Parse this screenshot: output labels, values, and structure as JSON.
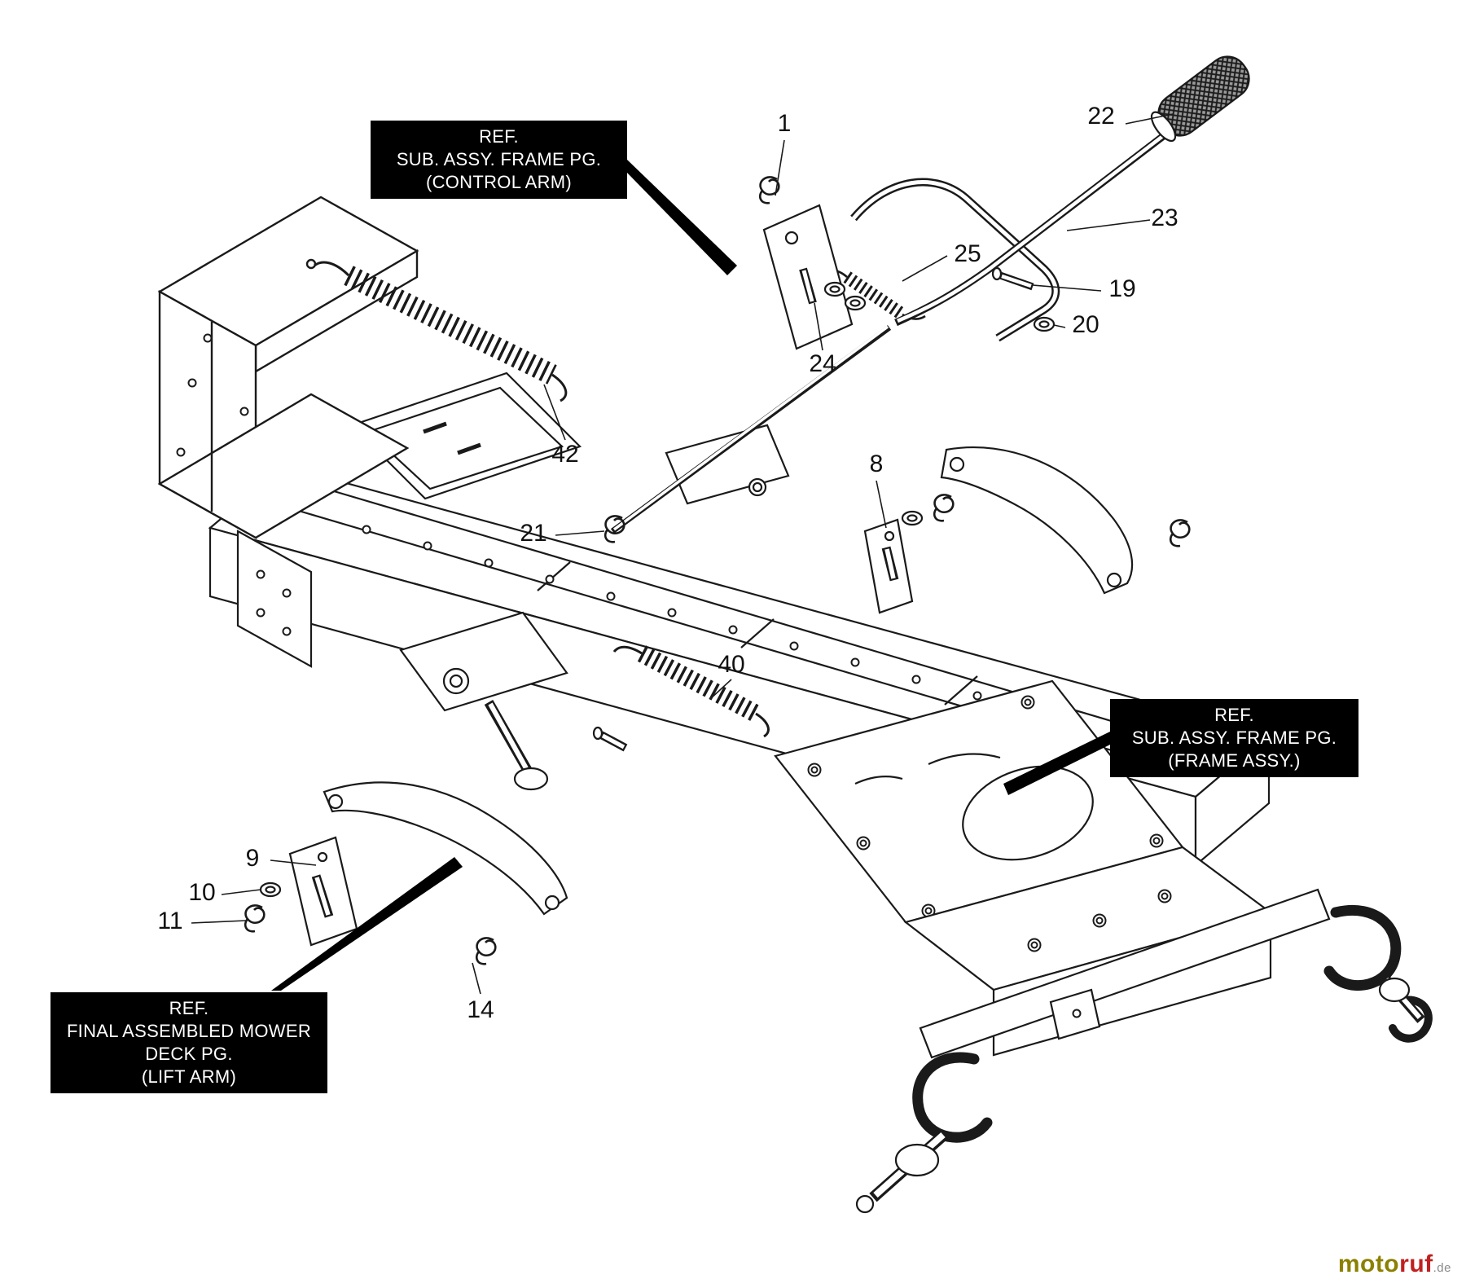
{
  "figure": {
    "type": "exploded-parts-diagram",
    "subject": "mower frame / control arm assembly"
  },
  "colors": {
    "diagram_line": "#1a1a1a",
    "ref_box_bg": "#000000",
    "ref_box_text": "#ffffff",
    "watermark_primary": "#8B8000",
    "watermark_secondary": "#C02020"
  },
  "ref_boxes": {
    "control_arm": {
      "lines": [
        "REF.",
        "SUB. ASSY. FRAME PG.",
        "(CONTROL ARM)"
      ]
    },
    "frame_assy": {
      "lines": [
        "REF.",
        "SUB. ASSY. FRAME PG.",
        "(FRAME ASSY.)"
      ]
    },
    "lift_arm": {
      "lines": [
        "REF.",
        "FINAL ASSEMBLED MOWER",
        "DECK PG.",
        "(LIFT ARM)"
      ]
    }
  },
  "labels": {
    "n1": "1",
    "n8": "8",
    "n9": "9",
    "n10": "10",
    "n11": "11",
    "n14": "14",
    "n19": "19",
    "n20": "20",
    "n21": "21",
    "n22": "22",
    "n23": "23",
    "n24": "24",
    "n25": "25",
    "n40": "40",
    "n42": "42"
  },
  "watermark": {
    "brand_left": "moto",
    "brand_right": "ruf",
    "tld": ".de"
  }
}
